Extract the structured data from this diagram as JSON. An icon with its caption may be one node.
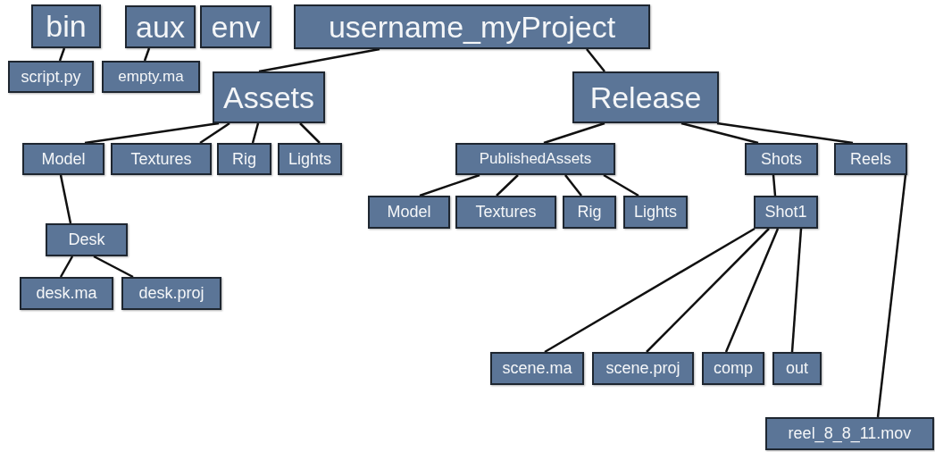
{
  "diagram": {
    "nodes": [
      {
        "text": [
          "bin"
        ]
      },
      {
        "text": [
          "script.py"
        ]
      },
      {
        "text": [
          "aux"
        ]
      },
      {
        "text": [
          "empty.ma"
        ]
      },
      {
        "text": [
          "env"
        ]
      },
      {
        "text": [
          "username_myProject"
        ]
      },
      {
        "text": [
          "Assets"
        ]
      },
      {
        "text": [
          "Release"
        ]
      },
      {
        "text": [
          "Model"
        ]
      },
      {
        "text": [
          "Textures"
        ]
      },
      {
        "text": [
          "Rig"
        ]
      },
      {
        "text": [
          "Lights"
        ]
      },
      {
        "text": [
          "Desk"
        ]
      },
      {
        "text": [
          "desk.ma"
        ]
      },
      {
        "text": [
          "desk.proj"
        ]
      },
      {
        "text": [
          "PublishedAssets"
        ]
      },
      {
        "text": [
          "Shots"
        ]
      },
      {
        "text": [
          "Reels"
        ]
      },
      {
        "text": [
          "Model"
        ]
      },
      {
        "text": [
          "Textures"
        ]
      },
      {
        "text": [
          "Rig"
        ]
      },
      {
        "text": [
          "Lights"
        ]
      },
      {
        "text": [
          "Shot1"
        ]
      },
      {
        "text": [
          "scene.ma"
        ]
      },
      {
        "text": [
          "scene.proj"
        ]
      },
      {
        "text": [
          "comp"
        ]
      },
      {
        "text": [
          "out"
        ]
      },
      {
        "text": [
          "reel_8_8_11.mov"
        ]
      }
    ],
    "edges": [
      {
        "from": 0,
        "to": 1,
        "arrow": "none"
      },
      {
        "from": 2,
        "to": 3,
        "arrow": "none"
      },
      {
        "from": 5,
        "to": 6,
        "arrow": "none"
      },
      {
        "from": 5,
        "to": 7,
        "arrow": "none"
      },
      {
        "from": 6,
        "to": 8,
        "arrow": "none"
      },
      {
        "from": 6,
        "to": 9,
        "arrow": "none"
      },
      {
        "from": 6,
        "to": 10,
        "arrow": "none"
      },
      {
        "from": 6,
        "to": 11,
        "arrow": "none"
      },
      {
        "from": 8,
        "to": 12,
        "arrow": "none"
      },
      {
        "from": 12,
        "to": 13,
        "arrow": "none"
      },
      {
        "from": 12,
        "to": 14,
        "arrow": "none"
      },
      {
        "from": 7,
        "to": 15,
        "arrow": "none"
      },
      {
        "from": 7,
        "to": 16,
        "arrow": "none"
      },
      {
        "from": 7,
        "to": 17,
        "arrow": "none"
      },
      {
        "from": 16,
        "to": 22,
        "arrow": "none"
      },
      {
        "from": 15,
        "to": 18,
        "arrow": "none"
      },
      {
        "from": 15,
        "to": 19,
        "arrow": "none"
      },
      {
        "from": 15,
        "to": 20,
        "arrow": "none"
      },
      {
        "from": 15,
        "to": 21,
        "arrow": "none"
      },
      {
        "from": 22,
        "to": 23,
        "arrow": "none"
      },
      {
        "from": 22,
        "to": 24,
        "arrow": "none"
      },
      {
        "from": 22,
        "to": 25,
        "arrow": "none"
      },
      {
        "from": 22,
        "to": 26,
        "arrow": "none"
      },
      {
        "from": 17,
        "to": 27,
        "arrow": "none"
      }
    ]
  }
}
